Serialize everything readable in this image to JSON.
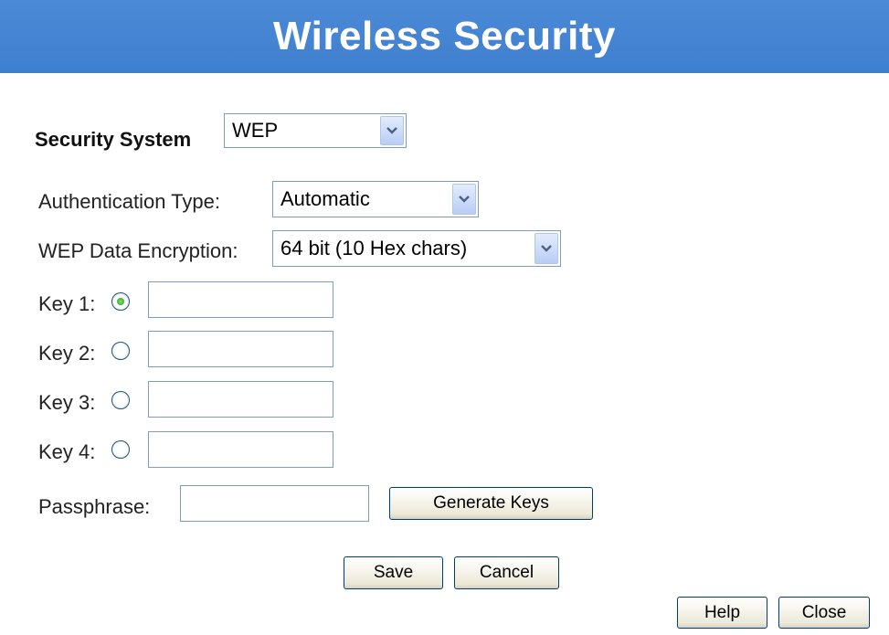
{
  "header": {
    "title": "Wireless Security"
  },
  "security_system": {
    "label": "Security System",
    "value": "WEP"
  },
  "authentication": {
    "label": "Authentication Type:",
    "value": "Automatic"
  },
  "encryption": {
    "label": "WEP Data Encryption:",
    "value": "64 bit (10 Hex chars)"
  },
  "keys": [
    {
      "label": "Key 1:",
      "selected": true,
      "value": ""
    },
    {
      "label": "Key 2:",
      "selected": false,
      "value": ""
    },
    {
      "label": "Key 3:",
      "selected": false,
      "value": ""
    },
    {
      "label": "Key 4:",
      "selected": false,
      "value": ""
    }
  ],
  "passphrase": {
    "label": "Passphrase:",
    "value": ""
  },
  "buttons": {
    "generate": "Generate Keys",
    "save": "Save",
    "cancel": "Cancel",
    "help": "Help",
    "close": "Close"
  },
  "icons": {
    "dropdown": "chevron-down-icon",
    "radio": "radio-icon"
  },
  "colors": {
    "header": "#3f7fcf",
    "header_text": "#ffffff"
  }
}
